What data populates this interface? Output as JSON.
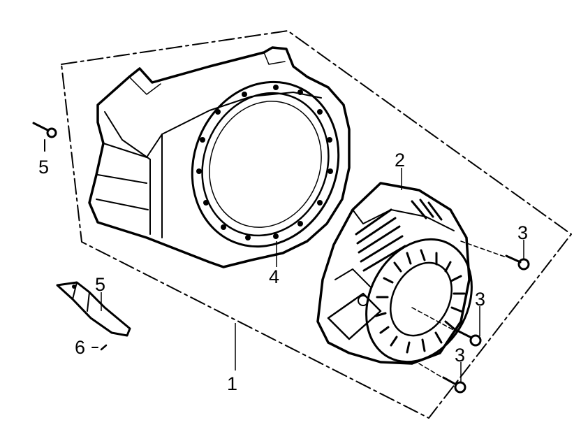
{
  "labels": {
    "assembly": "1",
    "starter": "2",
    "bolt_a": "3",
    "bolt_b": "3",
    "bolt_c": "3",
    "shroud": "4",
    "screw": "5",
    "guard": "5",
    "clip": "6"
  }
}
